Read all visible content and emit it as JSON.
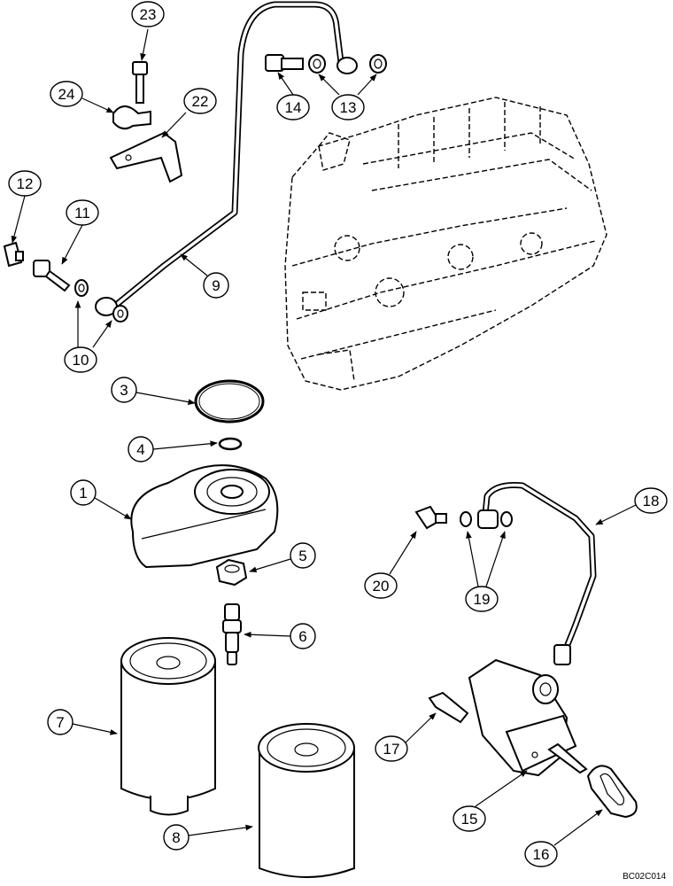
{
  "callouts": [
    "23",
    "24",
    "22",
    "14",
    "13",
    "12",
    "11",
    "9",
    "10",
    "3",
    "4",
    "1",
    "5",
    "6",
    "7",
    "8",
    "20",
    "19",
    "18",
    "17",
    "15",
    "16"
  ],
  "drawing_code": "BC02C014"
}
